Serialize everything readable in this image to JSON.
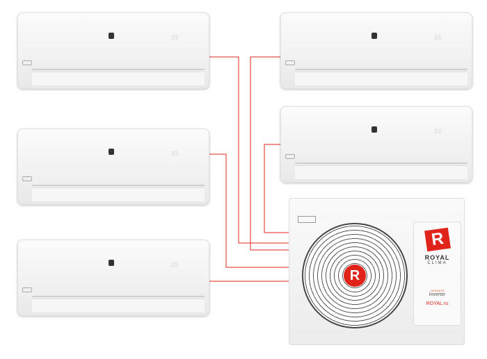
{
  "indoor_units": [
    {
      "display": "23"
    },
    {
      "display": "23"
    },
    {
      "display": "23"
    },
    {
      "display": "23"
    },
    {
      "display": "23"
    }
  ],
  "outdoor_unit": {
    "hub_letter": "R",
    "logo_letter": "R",
    "brand": "ROYAL",
    "brand_sub": "CLIMA",
    "inverter_tag": "JAPANESE",
    "inverter": "Inverter",
    "website": "ROYAL.ru"
  },
  "colors": {
    "pipe": "#e0231b",
    "brand_red": "#e0231b"
  }
}
